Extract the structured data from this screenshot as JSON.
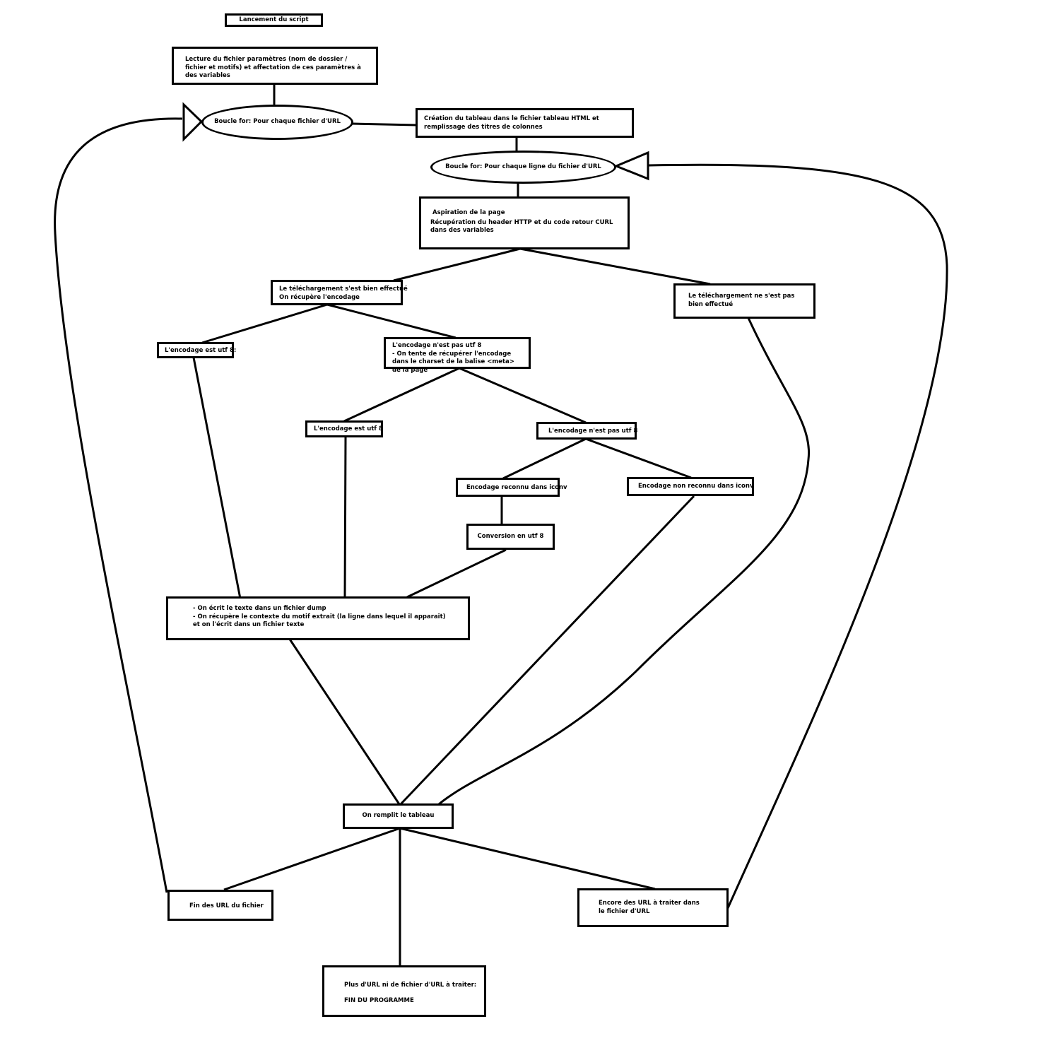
{
  "nodes": {
    "start": "Lancement du script",
    "read_params": "Lecture du fichier paramètres (nom de dossier / fichier et motifs) et affectation de ces paramètres à des variables",
    "loop_files": "Boucle for: Pour chaque fichier d'URL",
    "create_table": "Création du tableau dans le fichier tableau HTML et remplissage des titres de colonnes",
    "loop_lines": "Boucle for: Pour chaque ligne du fichier d'URL",
    "fetch_title": "Aspiration de la page",
    "fetch_body": "Récupération du header HTTP et du code retour CURL dans des variables",
    "dl_ok_line1": "Le téléchargement s'est bien effectué",
    "dl_ok_line2": "On récupère l'encodage",
    "dl_fail": "Le téléchargement ne s'est pas bien effectué",
    "enc_utf8": "L'encodage est utf 8:",
    "enc_not_utf8_line1": "L'encodage n'est pas utf 8",
    "enc_not_utf8_line2": "- On tente de récupérer l'encodage dans le charset de la balise <meta> de la page",
    "meta_utf8": "L'encodage est utf 8",
    "meta_not_utf8": "L'encodage n'est pas utf 8",
    "iconv_known": "Encodage reconnu dans iconv",
    "iconv_unknown": "Encodage non reconnu dans iconv",
    "convert": "Conversion en utf 8",
    "dump_line1": "- On écrit le texte dans un fichier dump",
    "dump_line2": "- On récupère le contexte du motif extrait (la ligne dans lequel il apparait) et on l'écrit dans un fichier texte",
    "fill_table": "On remplit le tableau",
    "end_urls": "Fin des URL du fichier",
    "more_urls": "Encore des URL à traiter dans le fichier d'URL",
    "end_line1": "Plus d'URL ni de fichier d'URL à traiter:",
    "end_line2": "FIN DU PROGRAMME"
  },
  "colors": {
    "stroke": "#000000",
    "background": "#ffffff"
  }
}
